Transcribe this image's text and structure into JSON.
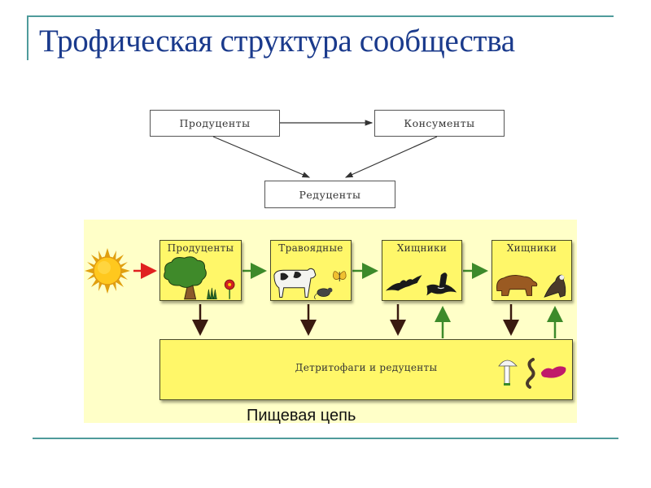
{
  "slide": {
    "title": "Трофическая структура сообщества",
    "accent_color": "#4f9b9b",
    "title_color": "#1a3a8c"
  },
  "schema": {
    "boxes": {
      "producers": "Продуценты",
      "consumers": "Консументы",
      "reducers": "Редуценты"
    },
    "arrows": [
      {
        "from": "producers",
        "to": "consumers"
      },
      {
        "from": "producers",
        "to": "reducers"
      },
      {
        "from": "consumers",
        "to": "reducers"
      }
    ]
  },
  "food_chain": {
    "source": "sun-icon",
    "levels": [
      {
        "label": "Продуценты",
        "pictures": [
          "tree-icon",
          "grass-icon",
          "flower-icon"
        ]
      },
      {
        "label": "Травоядные",
        "pictures": [
          "cow-icon",
          "mouse-icon",
          "butterfly-icon"
        ]
      },
      {
        "label": "Хищники",
        "pictures": [
          "bat-icon",
          "swallow-icon"
        ]
      },
      {
        "label": "Хищники",
        "pictures": [
          "bear-icon",
          "eagle-icon"
        ]
      }
    ],
    "detritus": {
      "label": "Детритофаги и редуценты",
      "pictures": [
        "mushroom-icon",
        "earthworm-icon",
        "bacteria-icon"
      ]
    },
    "caption": "Пищевая цепь",
    "colors": {
      "panel": "#ffffc8",
      "box": "#fff769",
      "energy_arrow": "#e02020",
      "flow_arrow": "#3d8a2a",
      "down_arrow": "#3a1a10"
    }
  }
}
